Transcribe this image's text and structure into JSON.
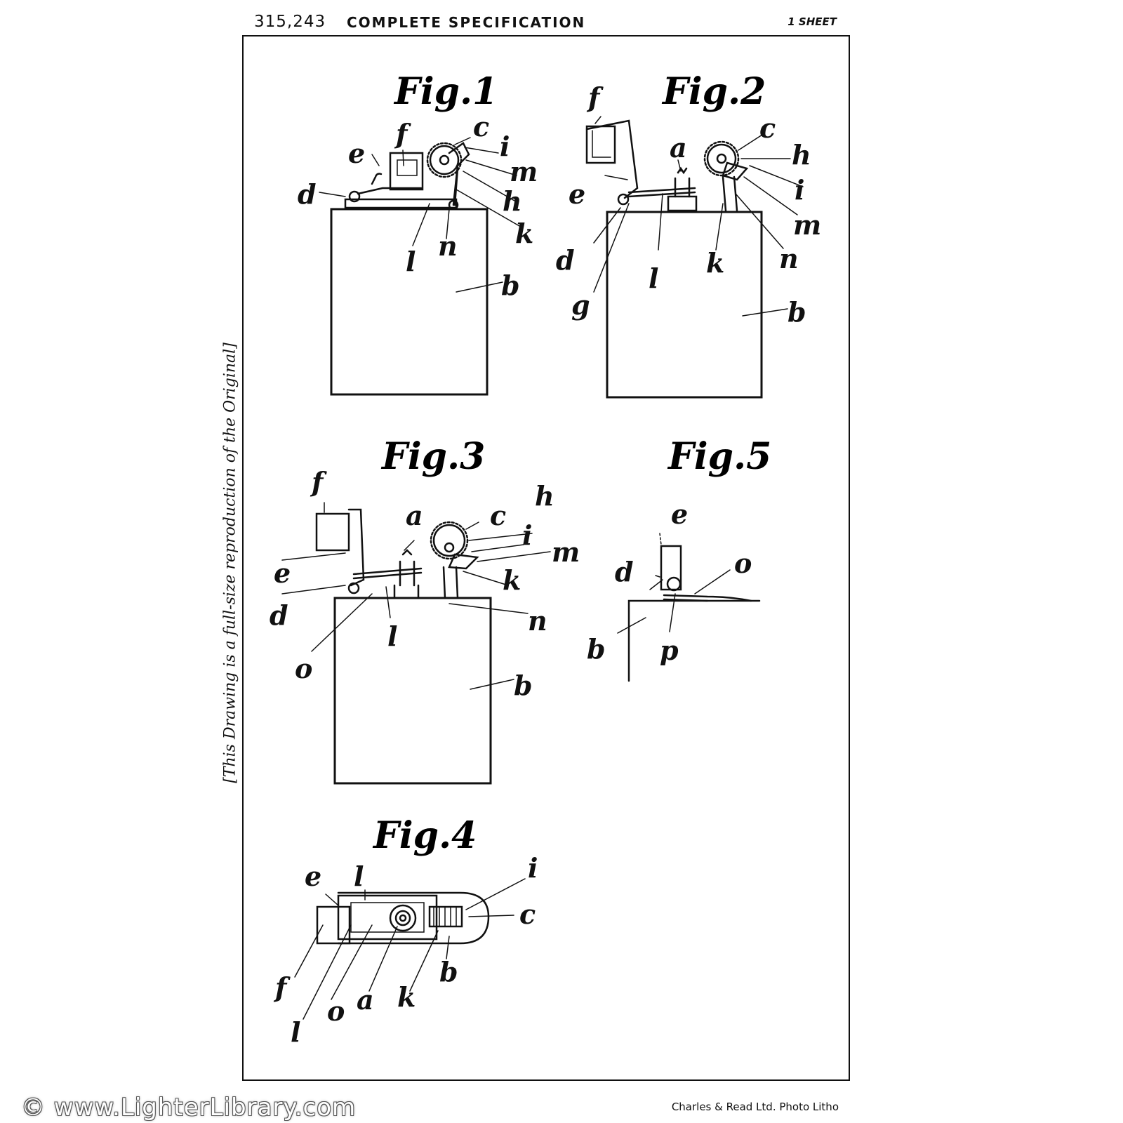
{
  "header": {
    "spec_number": "315,243",
    "spec_title": "COMPLETE SPECIFICATION",
    "sheet": "1 SHEET"
  },
  "side_note": "[This Drawing is a full-size reproduction of the Original]",
  "figures": {
    "fig1": {
      "title": "Fig.1",
      "labels": {
        "c": "c",
        "i": "i",
        "f": "f",
        "e": "e",
        "m": "m",
        "d": "d",
        "h": "h",
        "k": "k",
        "l": "l",
        "n": "n",
        "b": "b"
      }
    },
    "fig2": {
      "title": "Fig.2",
      "labels": {
        "f": "f",
        "c": "c",
        "a": "a",
        "h": "h",
        "e": "e",
        "i": "i",
        "m": "m",
        "d": "d",
        "n": "n",
        "k": "k",
        "l": "l",
        "g": "g",
        "b": "b"
      }
    },
    "fig3": {
      "title": "Fig.3",
      "labels": {
        "f": "f",
        "h": "h",
        "a": "a",
        "c": "c",
        "i": "i",
        "m": "m",
        "e": "e",
        "k": "k",
        "d": "d",
        "n": "n",
        "l": "l",
        "o": "o",
        "b": "b"
      }
    },
    "fig4": {
      "title": "Fig.4",
      "labels": {
        "e": "e",
        "l1": "l",
        "i": "i",
        "c": "c",
        "f": "f",
        "b": "b",
        "l2": "l",
        "o": "o",
        "a": "a",
        "k": "k"
      }
    },
    "fig5": {
      "title": "Fig.5",
      "labels": {
        "e": "e",
        "d": "d",
        "o": "o",
        "b": "b",
        "p": "p"
      }
    }
  },
  "footer": {
    "copyright": "© www.LighterLibrary.com",
    "printer": "Charles & Read Ltd. Photo Litho"
  }
}
